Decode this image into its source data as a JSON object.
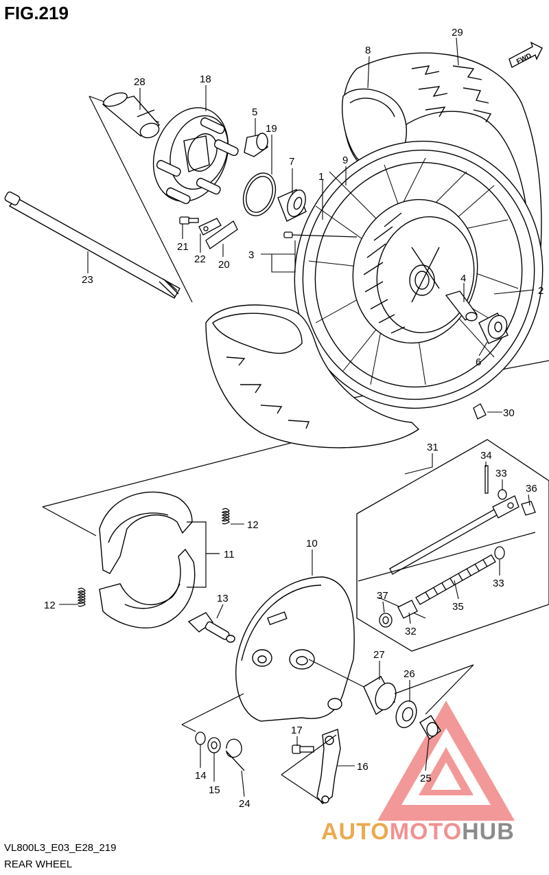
{
  "figure": {
    "title": "FIG.219",
    "code": "VL800L3_E03_E28_219",
    "name": "REAR WHEEL",
    "fwd_label": "FWD"
  },
  "callouts": [
    "1",
    "2",
    "3",
    "4",
    "5",
    "6",
    "7",
    "8",
    "9",
    "10",
    "11",
    "12",
    "12",
    "13",
    "14",
    "15",
    "16",
    "17",
    "18",
    "19",
    "20",
    "21",
    "22",
    "23",
    "24",
    "25",
    "26",
    "27",
    "28",
    "29",
    "30",
    "31",
    "32",
    "33",
    "33",
    "34",
    "35",
    "36",
    "37"
  ],
  "watermark": {
    "part1": "AUTO",
    "part2": "MOTO",
    "part3": "HUB",
    "colors": {
      "auto": "#e8a13c",
      "moto": "#f08787",
      "hub": "#7f7f7f",
      "triangle": "#f08787"
    }
  }
}
